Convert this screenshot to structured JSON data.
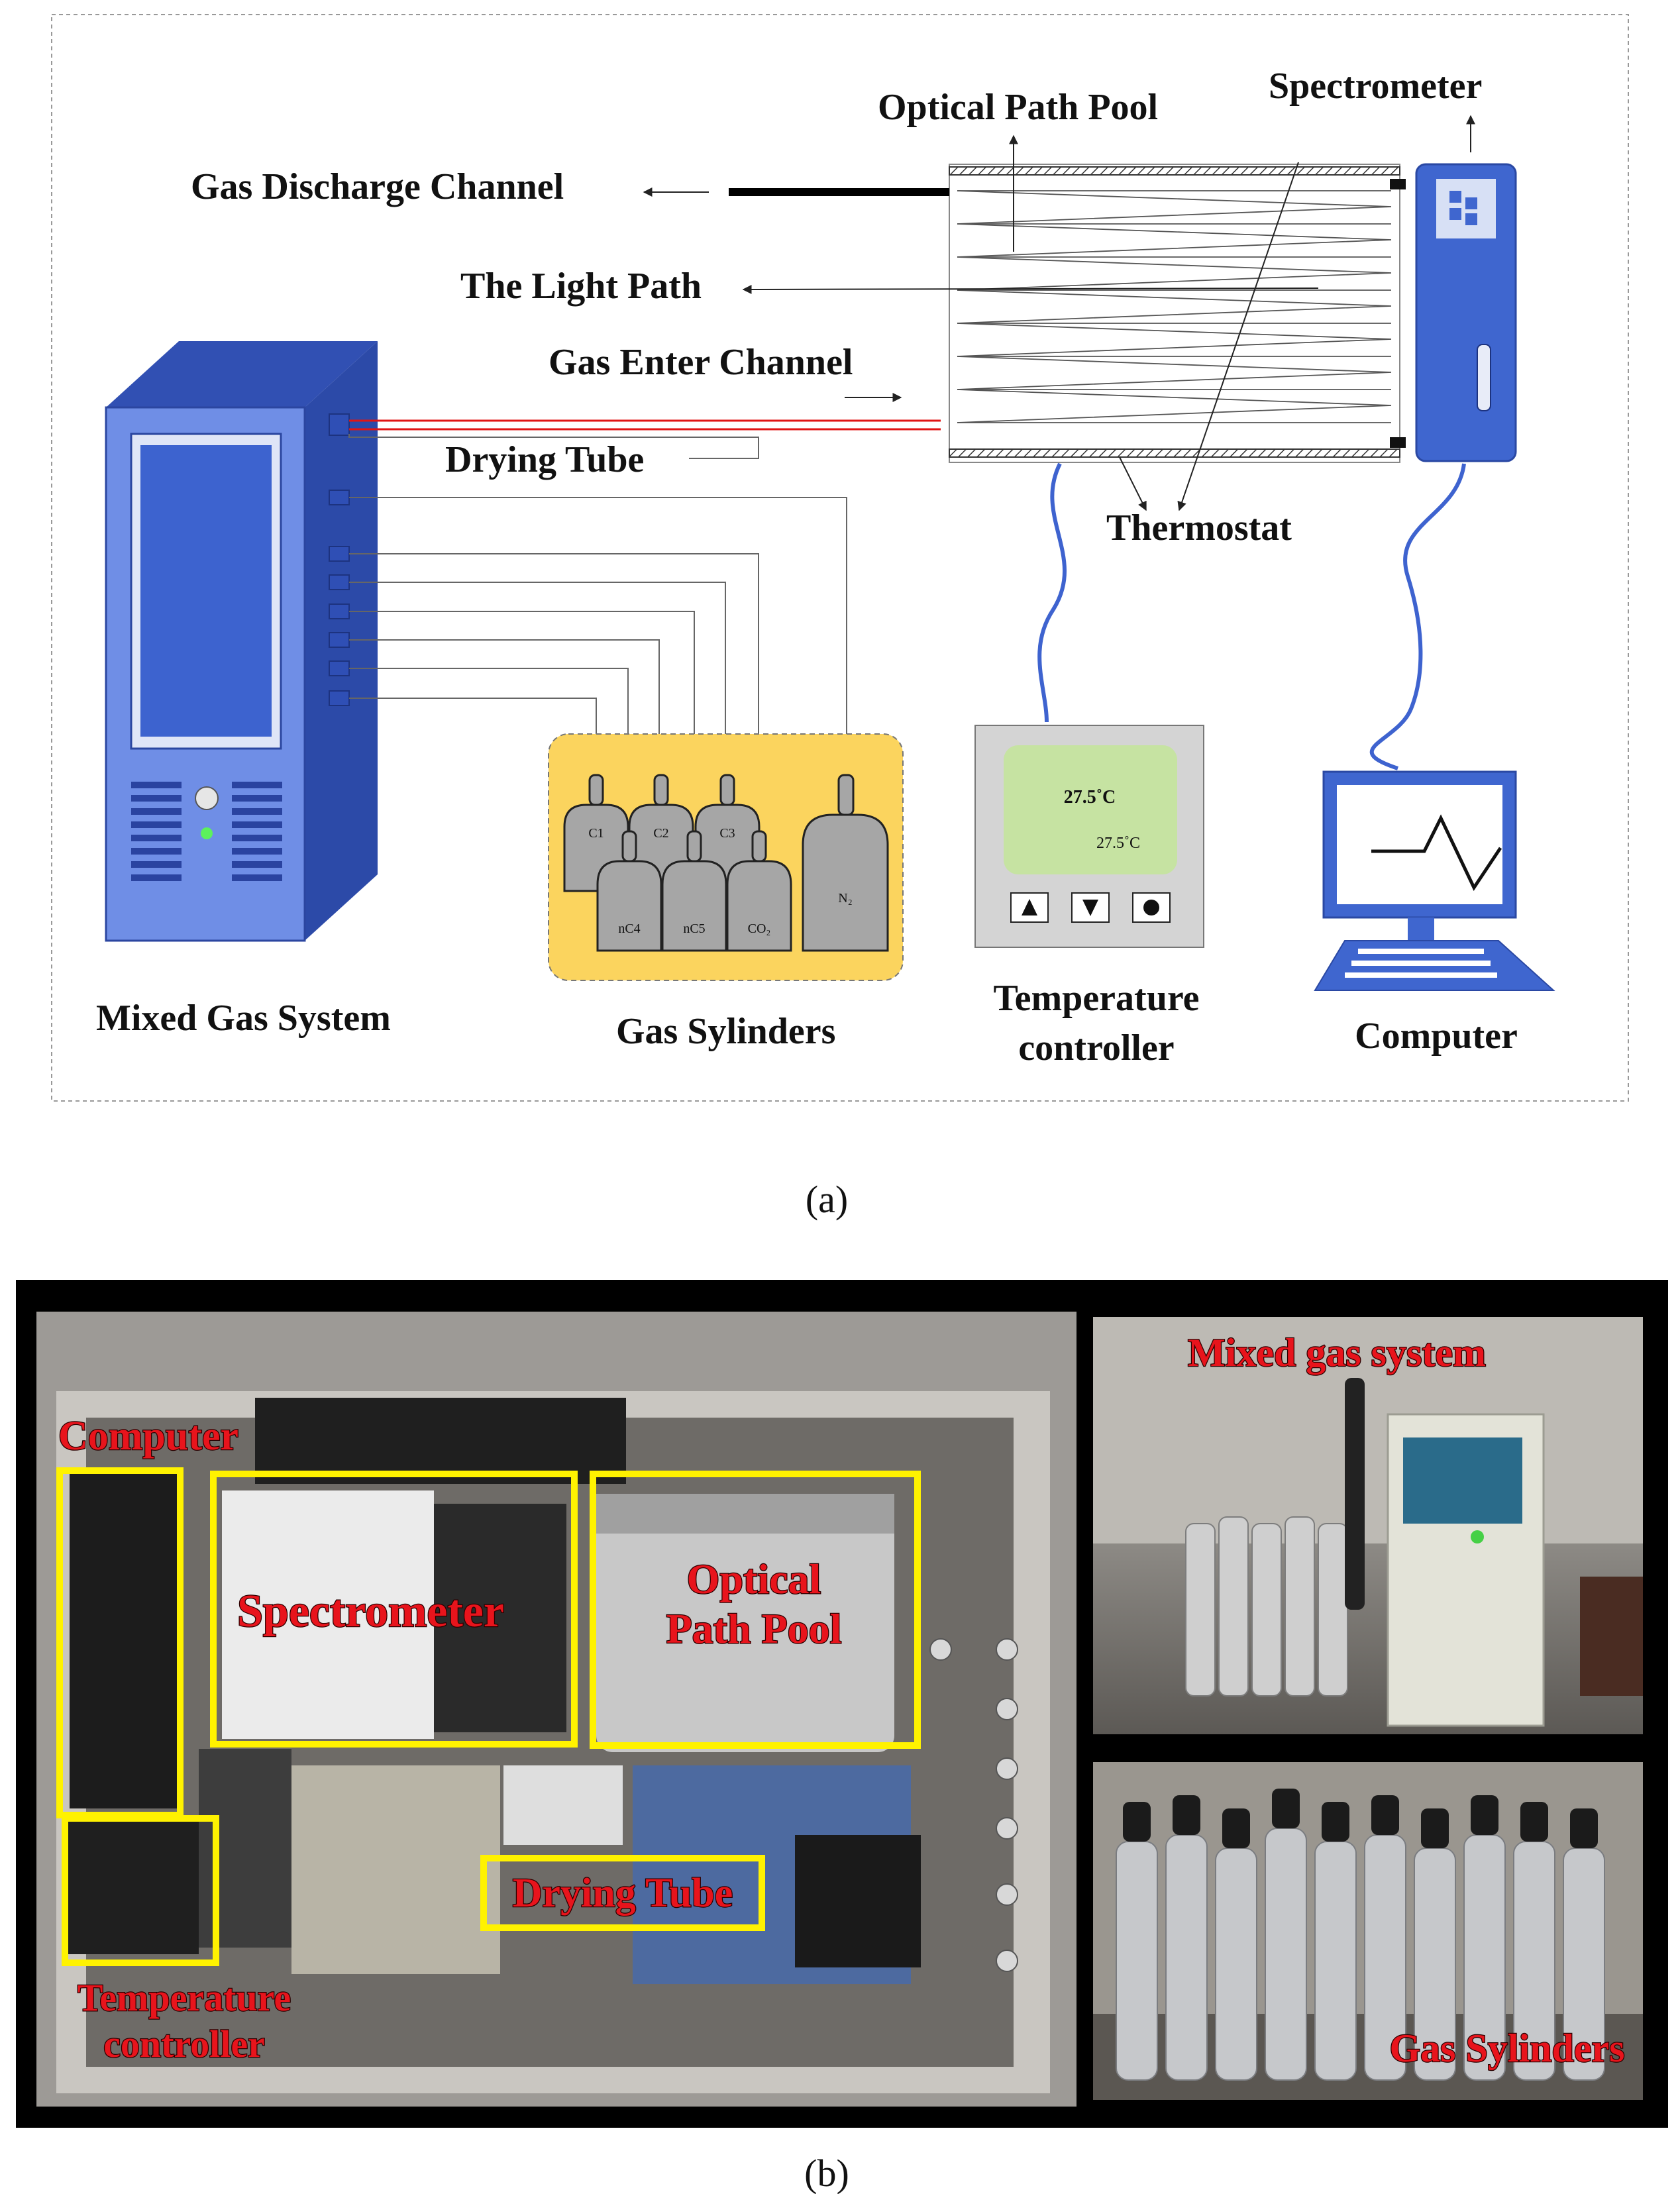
{
  "figure_a": {
    "caption": "(a)",
    "labels": {
      "optical_path_pool": "Optical Path Pool",
      "spectrometer": "Spectrometer",
      "gas_discharge_channel": "Gas Discharge Channel",
      "light_path": "The Light Path",
      "gas_enter_channel": "Gas Enter Channel",
      "drying_tube": "Drying Tube",
      "thermostat": "Thermostat",
      "mixed_gas_system": "Mixed Gas System",
      "gas_sylinders": "Gas Sylinders",
      "temperature_controller_line1": "Temperature",
      "temperature_controller_line2": "controller",
      "computer": "Computer"
    },
    "cylinders": {
      "c1": "C1",
      "c2": "C2",
      "c3": "C3",
      "nc4": "nC4",
      "nc5": "nC5",
      "co2": "CO₂",
      "n2": "N₂"
    },
    "temperature_display": {
      "setpoint": "27.5˚C",
      "reading": "27.5˚C"
    },
    "colors": {
      "device_blue": "#4a6fd0",
      "cylinder_box": "#fbd45e",
      "cylinder_gray": "#a6a6a6",
      "lcd_green": "#c6e3a2",
      "red_line": "#e01515"
    }
  },
  "figure_b": {
    "caption": "(b)",
    "labels": {
      "computer": "Computer",
      "spectrometer": "Spectrometer",
      "optical_path_pool_line1": "Optical",
      "optical_path_pool_line2": "Path Pool",
      "drying_tube": "Drying Tube",
      "temperature_controller_line1": "Temperature",
      "temperature_controller_line2": "controller",
      "mixed_gas_system": "Mixed gas system",
      "gas_sylinders": "Gas Sylinders"
    },
    "colors": {
      "highlight_box": "#fff200",
      "label_red": "#e8141c"
    }
  }
}
